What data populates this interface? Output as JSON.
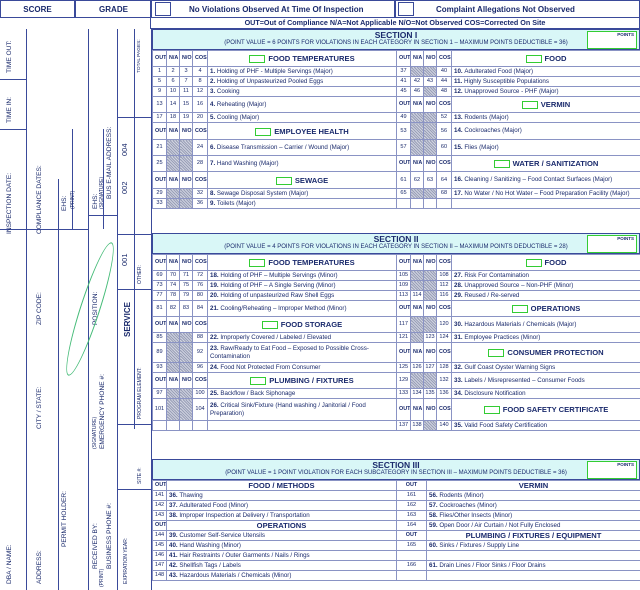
{
  "header": {
    "score": "SCORE",
    "grade": "GRADE",
    "no_violations": "No Violations Observed At Time Of Inspection",
    "complaint": "Complaint Allegations Not Observed",
    "legend": "OUT=Out of Compliance   N/A=Not Applicable   N/O=Not Observed   COS=Corrected On Site"
  },
  "left_labels": {
    "time_out": "TIME OUT:",
    "time_in": "TIME IN:",
    "inspection_date": "INSPECTION DATE:",
    "compliance_dates": "COMPLIANCE DATES:",
    "ehs_print": "EHS:",
    "print": "(PRINT)",
    "ehs_sign": "EHS:",
    "signature": "(SIGNATURE)",
    "bus_email": "BUS E-MAIL ADDRESS:",
    "zip": "ZIP CODE:",
    "position": "POSITION:",
    "emergency": "EMERGENCY PHONE #:",
    "city": "CITY / STATE:",
    "dba": "DBA / NAME:",
    "address": "ADDRESS:",
    "permit": "PERMIT HOLDER:",
    "received": "RECEIVED BY:",
    "business_phone": "BUSINESS PHONE #:",
    "total_pages": "TOTAL PAGES:",
    "other": "OTHER:",
    "service": "SERVICE",
    "program_element": "PROGRAM ELEMENT:",
    "site": "SITE #:",
    "expiration": "EXPIRATION YEAR:",
    "p004": "004",
    "p002": "002",
    "p001": "001"
  },
  "section1": {
    "title": "SECTION I",
    "note": "(POINT VALUE = 6 POINTS FOR VIOLATIONS IN EACH CATEGORY IN SECTION 1 – MAXIMUM POINTS DEDUCTIBLE = 36)",
    "points": "POINTS"
  },
  "section2": {
    "title": "SECTION II",
    "note": "(POINT VALUE = 4 POINTS FOR VIOLATIONS IN EACH CATEGORY IN SECTION II – MAXIMUM POINTS DEDUCTIBLE = 28)",
    "points": "POINTS"
  },
  "section3": {
    "title": "SECTION III",
    "note": "(POINT VALUE = 1 POINT VIOLATION FOR EACH SUBCATEGORY IN SECTION III – MAXIMUM POINTS DEDUCTIBLE = 36)",
    "points": "POINTS"
  },
  "cols": {
    "out": "OUT",
    "na": "N/A",
    "no": "N/O",
    "cos": "COS"
  },
  "s1_left": [
    {
      "type": "head",
      "title": "FOOD TEMPERATURES"
    },
    {
      "nums": [
        "1",
        "2",
        "3",
        "4"
      ],
      "num": "1.",
      "text": "Holding of PHF - Multiple Servings (Major)"
    },
    {
      "nums": [
        "5",
        "6",
        "7",
        "8"
      ],
      "num": "2.",
      "text": "Holding of Unpasteurized Pooled Eggs"
    },
    {
      "nums": [
        "9",
        "10",
        "11",
        "12"
      ],
      "num": "3.",
      "text": "Cooking"
    },
    {
      "nums": [
        "13",
        "14",
        "15",
        "16"
      ],
      "num": "4.",
      "text": "Reheating (Major)"
    },
    {
      "nums": [
        "17",
        "18",
        "19",
        "20"
      ],
      "num": "5.",
      "text": "Cooling (Major)"
    },
    {
      "type": "head",
      "title": "EMPLOYEE HEALTH"
    },
    {
      "nums": [
        "21",
        "",
        "",
        "24"
      ],
      "num": "6.",
      "text": "Disease Transmission – Carrier / Wound (Major)"
    },
    {
      "nums": [
        "25",
        "",
        "",
        "28"
      ],
      "num": "7.",
      "text": "Hand Washing (Major)"
    },
    {
      "type": "head",
      "title": "SEWAGE"
    },
    {
      "nums": [
        "29",
        "",
        "",
        "32"
      ],
      "num": "8.",
      "text": "Sewage Disposal System (Major)"
    },
    {
      "nums": [
        "33",
        "",
        "",
        "36"
      ],
      "num": "9.",
      "text": "Toilets (Major)"
    }
  ],
  "s1_right": [
    {
      "type": "head",
      "title": "FOOD"
    },
    {
      "nums": [
        "37",
        "",
        "",
        "40"
      ],
      "num": "10.",
      "text": "Adulterated Food (Major)"
    },
    {
      "nums": [
        "41",
        "42",
        "43",
        "44"
      ],
      "num": "11.",
      "text": "Highly Susceptible Populations"
    },
    {
      "nums": [
        "45",
        "46",
        "",
        "48"
      ],
      "num": "12.",
      "text": "Unapproved Source - PHF (Major)"
    },
    {
      "type": "head",
      "title": "VERMIN"
    },
    {
      "nums": [
        "49",
        "",
        "",
        "52"
      ],
      "num": "13.",
      "text": "Rodents (Major)"
    },
    {
      "nums": [
        "53",
        "",
        "",
        "56"
      ],
      "num": "14.",
      "text": "Cockroaches (Major)"
    },
    {
      "nums": [
        "57",
        "",
        "",
        "60"
      ],
      "num": "15.",
      "text": "Flies (Major)"
    },
    {
      "type": "head",
      "title": "WATER / SANITIZATION"
    },
    {
      "nums": [
        "61",
        "62",
        "63",
        "64"
      ],
      "num": "16.",
      "text": "Cleaning / Sanitizing – Food Contact Surfaces (Major)"
    },
    {
      "nums": [
        "65",
        "",
        "",
        "68"
      ],
      "num": "17.",
      "text": "No Water / No Hot Water – Food Preparation Facility (Major)"
    }
  ],
  "s2_left": [
    {
      "type": "head",
      "title": "FOOD TEMPERATURES"
    },
    {
      "nums": [
        "69",
        "70",
        "71",
        "72"
      ],
      "num": "18.",
      "text": "Holding of PHF – Multiple Servings (Minor)"
    },
    {
      "nums": [
        "73",
        "74",
        "75",
        "76"
      ],
      "num": "19.",
      "text": "Holding of PHF – A Single Serving (Minor)"
    },
    {
      "nums": [
        "77",
        "78",
        "79",
        "80"
      ],
      "num": "20.",
      "text": "Holding of unpasteurized Raw Shell Eggs"
    },
    {
      "nums": [
        "81",
        "82",
        "83",
        "84"
      ],
      "num": "21.",
      "text": "Cooling/Reheating – Improper Method (Minor)"
    },
    {
      "type": "head",
      "title": "FOOD STORAGE"
    },
    {
      "nums": [
        "85",
        "",
        "",
        "88"
      ],
      "num": "22.",
      "text": "Improperly Covered / Labeled / Elevated"
    },
    {
      "nums": [
        "89",
        "",
        "",
        "92"
      ],
      "num": "23.",
      "text": "Raw/Ready to Eat Food – Exposed to Possible Cross-Contamination"
    },
    {
      "nums": [
        "93",
        "",
        "",
        "96"
      ],
      "num": "24.",
      "text": "Food Not Protected From Consumer"
    },
    {
      "type": "head",
      "title": "PLUMBING / FIXTURES"
    },
    {
      "nums": [
        "97",
        "",
        "",
        "100"
      ],
      "num": "25.",
      "text": "Backflow / Back Siphonage"
    },
    {
      "nums": [
        "101",
        "",
        "",
        "104"
      ],
      "num": "26.",
      "text": "Critical Sink/Fixture (Hand washing / Janitorial / Food Preparation)"
    }
  ],
  "s2_right": [
    {
      "type": "head",
      "title": "FOOD"
    },
    {
      "nums": [
        "105",
        "",
        "",
        "108"
      ],
      "num": "27.",
      "text": "Risk For Contamination"
    },
    {
      "nums": [
        "109",
        "",
        "",
        "112"
      ],
      "num": "28.",
      "text": "Unapproved Source – Non-PHF (Minor)"
    },
    {
      "nums": [
        "113",
        "114",
        "",
        "116"
      ],
      "num": "29.",
      "text": "Reused / Re-served"
    },
    {
      "type": "head",
      "title": "OPERATIONS"
    },
    {
      "nums": [
        "117",
        "",
        "",
        "120"
      ],
      "num": "30.",
      "text": "Hazardous Materials / Chemicals (Major)"
    },
    {
      "nums": [
        "121",
        "",
        "123",
        "124"
      ],
      "num": "31.",
      "text": "Employee Practices (Minor)"
    },
    {
      "type": "head",
      "title": "CONSUMER PROTECTION"
    },
    {
      "nums": [
        "125",
        "126",
        "127",
        "128"
      ],
      "num": "32.",
      "text": "Gulf Coast Oyster Warning Signs"
    },
    {
      "nums": [
        "129",
        "",
        "",
        "132"
      ],
      "num": "33.",
      "text": "Labels / Misrepresented – Consumer Foods"
    },
    {
      "nums": [
        "133",
        "134",
        "135",
        "136"
      ],
      "num": "34.",
      "text": "Disclosure Notification"
    },
    {
      "type": "head",
      "title": "FOOD SAFETY CERTIFICATE"
    },
    {
      "nums": [
        "137",
        "138",
        "",
        "140"
      ],
      "num": "35.",
      "text": "Valid Food Safety Certification"
    }
  ],
  "s3_left_head": "FOOD / METHODS",
  "s3_left": [
    {
      "n": "141",
      "num": "36.",
      "text": "Thawing"
    },
    {
      "n": "142",
      "num": "37.",
      "text": "Adulterated Food (Minor)"
    },
    {
      "n": "143",
      "num": "38.",
      "text": "Improper Inspection at Delivery / Transportation"
    },
    {
      "n": "",
      "num": "",
      "text": "OPERATIONS",
      "head": true
    },
    {
      "n": "144",
      "num": "39.",
      "text": "Customer Self-Service Utensils"
    },
    {
      "n": "145",
      "num": "40.",
      "text": "Hand Washing (Minor)"
    },
    {
      "n": "146",
      "num": "41.",
      "text": "Hair Restraints / Outer Garments / Nails / Rings"
    },
    {
      "n": "147",
      "num": "42.",
      "text": "Shellfish Tags / Labels"
    },
    {
      "n": "148",
      "num": "43.",
      "text": "Hazardous Materials / Chemicals (Minor)"
    }
  ],
  "s3_right_head": "VERMIN",
  "s3_right": [
    {
      "n": "161",
      "num": "56.",
      "text": "Rodents (Minor)"
    },
    {
      "n": "162",
      "num": "57.",
      "text": "Cockroaches (Minor)"
    },
    {
      "n": "163",
      "num": "58.",
      "text": "Flies/Other Insects (Minor)"
    },
    {
      "n": "164",
      "num": "59.",
      "text": "Open Door / Air Curtain / Not Fully Enclosed"
    },
    {
      "n": "",
      "num": "",
      "text": "PLUMBING / FIXTURES / EQUIPMENT",
      "head": true
    },
    {
      "n": "165",
      "num": "60.",
      "text": "Sinks / Fixtures / Supply Line"
    },
    {
      "n": "",
      "num": "",
      "text": ""
    },
    {
      "n": "166",
      "num": "61.",
      "text": "Drain Lines / Floor Sinks / Floor Drains"
    },
    {
      "n": "",
      "num": "",
      "text": ""
    }
  ]
}
